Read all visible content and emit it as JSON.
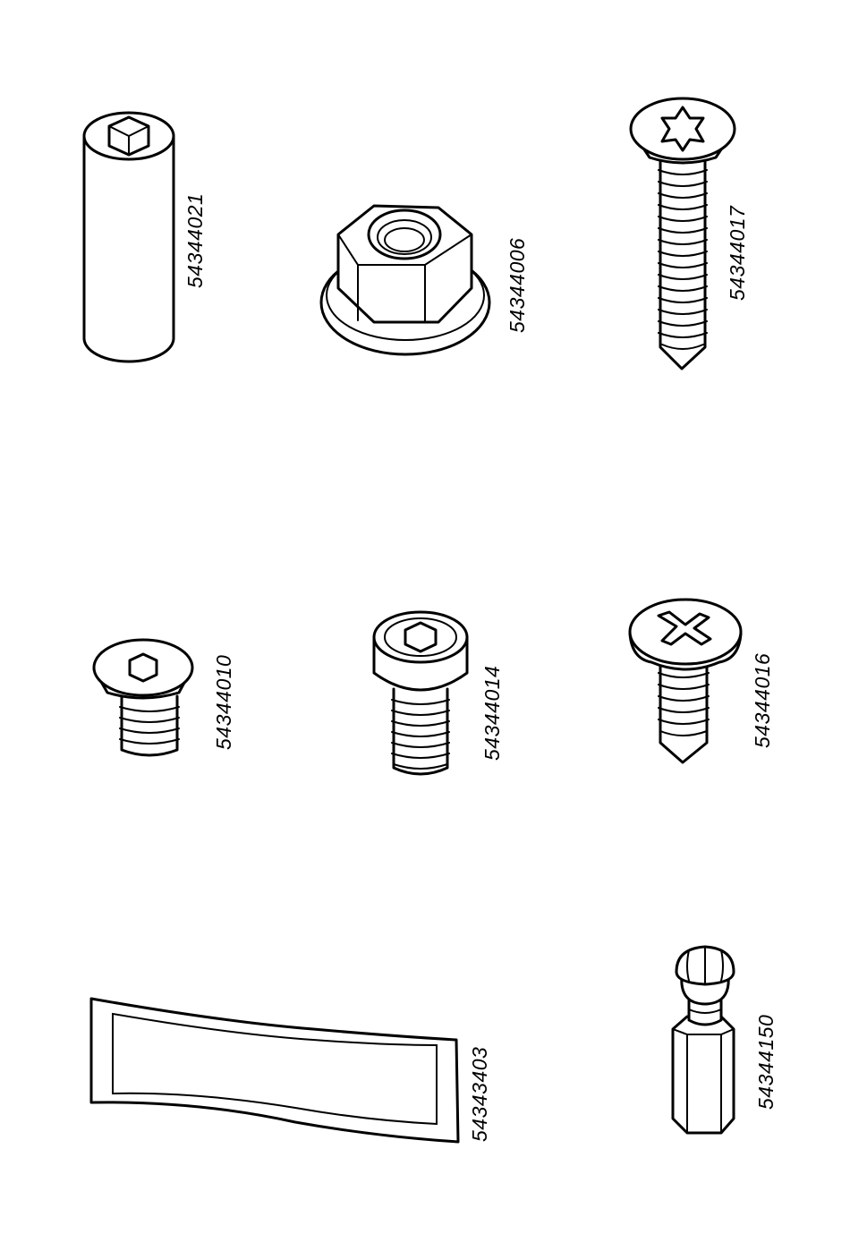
{
  "parts": [
    {
      "id": "sleeve-nut",
      "number": "54344021"
    },
    {
      "id": "flange-nut",
      "number": "54344006"
    },
    {
      "id": "torx-countersunk-screw",
      "number": "54344017"
    },
    {
      "id": "countersunk-hex-screw",
      "number": "54344010"
    },
    {
      "id": "socket-cap-screw",
      "number": "54344014"
    },
    {
      "id": "phillips-pan-screw",
      "number": "54344016"
    },
    {
      "id": "adhesive-pad",
      "number": "54343403"
    },
    {
      "id": "bit-adapter",
      "number": "54344150"
    }
  ],
  "colors": {
    "line": "#000000",
    "background": "#ffffff"
  }
}
